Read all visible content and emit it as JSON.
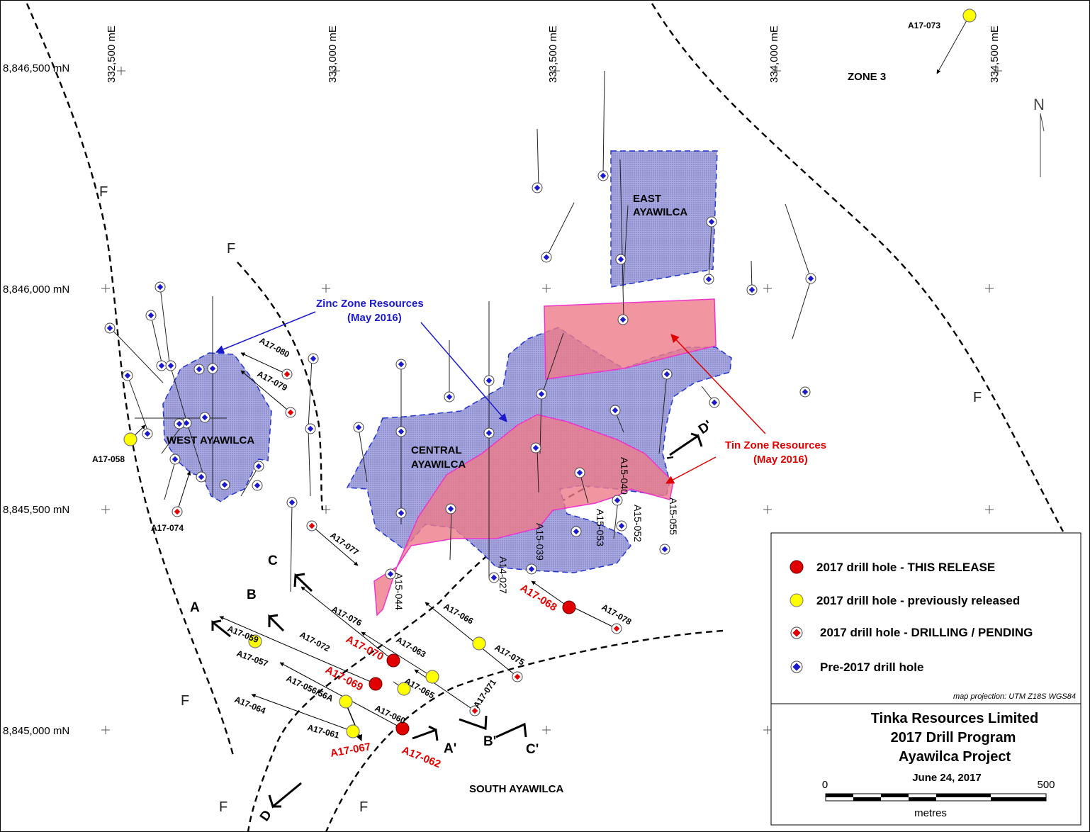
{
  "coords": {
    "easting": [
      "332,500 mE",
      "333,000 mE",
      "333,500 mE",
      "334,000 mE",
      "334,500 mE"
    ],
    "northing": [
      "8,846,500 mN",
      "8,846,000 mN",
      "8,845,500 mN",
      "8,845,000 mN"
    ]
  },
  "north_label": "N",
  "zones": {
    "zone3": "ZONE 3",
    "east": [
      "EAST",
      "AYAWILCA"
    ],
    "west": "WEST AYAWILCA",
    "central": [
      "CENTRAL",
      "AYAWILCA"
    ],
    "south": "SOUTH AYAWILCA"
  },
  "fault_label": "F",
  "resources": {
    "zinc": [
      "Zinc Zone Resources",
      "(May 2016)"
    ],
    "tin": [
      "Tin Zone Resources",
      "(May 2016)"
    ]
  },
  "sections": {
    "A": "A",
    "A_prime": "A'",
    "B": "B",
    "B_prime": "B'",
    "C": "C",
    "C_prime": "C'",
    "D": "D",
    "D_prime": "D'"
  },
  "holes": {
    "A17_073": "A17-073",
    "A17_058": "A17-058",
    "A17_074": "A17-074",
    "A17_080": "A17-080",
    "A17_079": "A17-079",
    "A17_077": "A17-077",
    "A17_076": "A17-076",
    "A17_070": "A17-070",
    "A17_063": "A17-063",
    "A17_059": "A17-059",
    "A17_072": "A17-072",
    "A17_069": "A17-069",
    "A17_065": "A17-065",
    "A17_057": "A17-057",
    "A17_056": "A17-056/56A",
    "A17_060": "A17-060",
    "A17_064": "A17-064",
    "A17_061": "A17-061",
    "A17_067": "A17-067",
    "A17_062": "A17-062",
    "A17_071": "A17-071",
    "A17_066": "A17-066",
    "A17_075": "A17-075",
    "A17_068": "A17-068",
    "A17_078": "A17-078",
    "A15_044": "A15-044",
    "A14_027": "A14-027",
    "A15_039": "A15-039",
    "A15_053": "A15-053",
    "A15_040": "A15-040",
    "A15_052": "A15-052",
    "A15_055": "A15-055"
  },
  "legend": {
    "items": [
      "2017 drill hole - THIS RELEASE",
      "2017 drill hole - previously released",
      "2017 drill hole - DRILLING / PENDING",
      "Pre-2017 drill hole"
    ],
    "projection": "map projection: UTM Z18S WGS84",
    "title": [
      "Tinka Resources Limited",
      "2017 Drill Program",
      "Ayawilca Project"
    ],
    "date": "June 24, 2017",
    "scale_min": "0",
    "scale_max": "500",
    "scale_unit": "metres"
  },
  "colors": {
    "this_release": "#e00000",
    "previously_released": "#ffff00",
    "zinc_fill": "#9a9ad8",
    "tin_fill": "#ee7a88",
    "zinc_text": "#1a1acc",
    "tin_text": "#e00000"
  }
}
